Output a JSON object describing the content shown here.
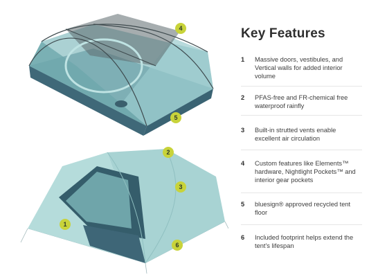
{
  "title": "Key Features",
  "features": [
    {
      "num": "1",
      "text": "Massive doors, vestibules, and Vertical walls for added interior volume"
    },
    {
      "num": "2",
      "text": "PFAS-free and FR-chemical free waterproof rainfly"
    },
    {
      "num": "3",
      "text": "Built-in strutted vents enable excellent air circulation"
    },
    {
      "num": "4",
      "text": "Custom features like Elements™ hardware, Nightlight Pockets™ and interior gear pockets"
    },
    {
      "num": "5",
      "text": "bluesign® approved recycled tent floor"
    },
    {
      "num": "6",
      "text": "Included footprint helps extend the tent's lifespan"
    }
  ],
  "markers": {
    "top_tent": [
      "4",
      "5"
    ],
    "bottom_tent": [
      "2",
      "3",
      "1",
      "6"
    ]
  },
  "colors": {
    "marker": "#c8d33a",
    "mesh": "#7fb3b8",
    "floor": "#4f7a8c",
    "rainfly": "#a9d2d3"
  }
}
